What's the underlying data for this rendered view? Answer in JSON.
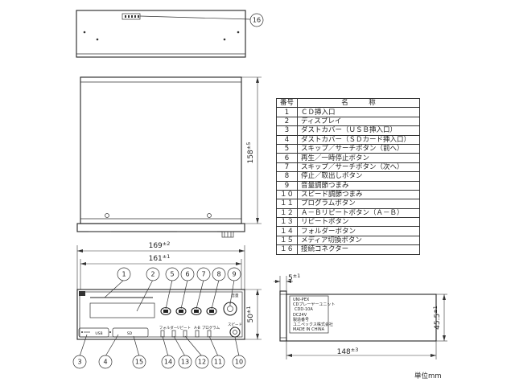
{
  "dimensions": {
    "width_total": "169",
    "width_total_tol": "±2",
    "width_inner": "161",
    "width_inner_tol": "±1",
    "height_front": "50",
    "height_front_tol": "±1",
    "depth_side": "158",
    "depth_side_tol": "±5",
    "side_depth": "148",
    "side_depth_tol": "±3",
    "side_height": "45.5",
    "side_height_tol": "±1",
    "panel_thickness": "5",
    "panel_thickness_tol": "±1"
  },
  "callouts": {
    "top": [
      "16"
    ],
    "front_top": [
      "1",
      "2",
      "5",
      "6",
      "7",
      "8",
      "9"
    ],
    "front_bottom": [
      "3",
      "4",
      "15",
      "14",
      "13",
      "12",
      "11",
      "10"
    ]
  },
  "front_panel": {
    "usb_label": "USB",
    "sd_label": "SD",
    "small_labels": [
      "フォルダー",
      "リピート",
      "A-B",
      "プログラム",
      "スピード",
      "音量"
    ]
  },
  "side_label": {
    "line1": "UNI-PEX",
    "line2": "CDプレーヤーユニット",
    "model": "CDD-10A",
    "line4": "DC24V",
    "line5": "製造番号",
    "line6": "ユニペックス株式会社",
    "line7": "MADE IN CHINA"
  },
  "parts_table": {
    "header_num": "番号",
    "header_name": "名　　　称",
    "rows": [
      {
        "num": "1",
        "name": "ＣＤ挿入口"
      },
      {
        "num": "2",
        "name": "ディスプレイ"
      },
      {
        "num": "3",
        "name": "ダストカバー（ＵＳＢ挿入口）"
      },
      {
        "num": "4",
        "name": "ダストカバー（ＳＤカード挿入口）"
      },
      {
        "num": "5",
        "name": "スキップ／サーチボタン（前へ）"
      },
      {
        "num": "6",
        "name": "再生／一時停止ボタン"
      },
      {
        "num": "7",
        "name": "スキップ／サーチボタン（次へ）"
      },
      {
        "num": "8",
        "name": "停止／取出しボタン"
      },
      {
        "num": "9",
        "name": "音量調節つまみ"
      },
      {
        "num": "１０",
        "name": "スピード調節つまみ"
      },
      {
        "num": "１１",
        "name": "プログラムボタン"
      },
      {
        "num": "１２",
        "name": "Ａ－Ｂリピートボタン（Ａ－Ｂ）"
      },
      {
        "num": "１３",
        "name": "リピートボタン"
      },
      {
        "num": "１４",
        "name": "フォルダーボタン"
      },
      {
        "num": "１５",
        "name": "メディア切換ボタン"
      },
      {
        "num": "１６",
        "name": "接続コネクター"
      }
    ]
  },
  "unit_note": "単位mm"
}
